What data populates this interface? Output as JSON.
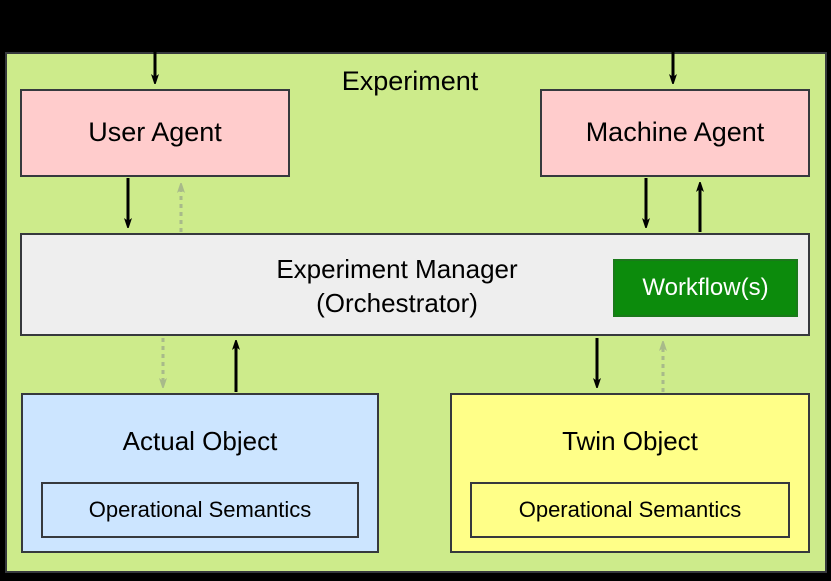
{
  "diagram": {
    "title": "Experiment",
    "background_color": "#000000",
    "container_color": "#cdeb8b",
    "border_color": "#36393d"
  },
  "nodes": {
    "user_agent": {
      "label": "User Agent",
      "color": "#ffcccc"
    },
    "machine_agent": {
      "label": "Machine Agent",
      "color": "#ffcccc"
    },
    "experiment_manager": {
      "label": "Experiment Manager\n(Orchestrator)",
      "line1": "Experiment Manager",
      "line2": "(Orchestrator)",
      "color": "#eeeeee"
    },
    "workflows": {
      "label": "Workflow(s)",
      "color": "#0c8b0c",
      "text_color": "#ffffff"
    },
    "actual_object": {
      "label": "Actual Object",
      "color": "#cce5ff",
      "semantics_label": "Operational Semantics"
    },
    "twin_object": {
      "label": "Twin Object",
      "color": "#ffff88",
      "semantics_label": "Operational Semantics"
    }
  },
  "edges": [
    {
      "name": "external-to-user-agent",
      "style": "solid",
      "color": "#000000",
      "direction": "down"
    },
    {
      "name": "external-to-machine-agent",
      "style": "solid",
      "color": "#000000",
      "direction": "down"
    },
    {
      "name": "user-agent-to-manager",
      "style": "solid",
      "color": "#000000",
      "direction": "down"
    },
    {
      "name": "manager-to-user-agent",
      "style": "dashed",
      "color": "#a8ba8a",
      "direction": "up"
    },
    {
      "name": "machine-agent-to-manager",
      "style": "solid",
      "color": "#000000",
      "direction": "down"
    },
    {
      "name": "manager-to-machine-agent",
      "style": "solid",
      "color": "#000000",
      "direction": "up"
    },
    {
      "name": "manager-to-actual-object",
      "style": "dashed",
      "color": "#a8ba8a",
      "direction": "down"
    },
    {
      "name": "actual-object-to-manager",
      "style": "solid",
      "color": "#000000",
      "direction": "up"
    },
    {
      "name": "manager-to-twin-object",
      "style": "solid",
      "color": "#000000",
      "direction": "down"
    },
    {
      "name": "twin-object-to-manager",
      "style": "dashed",
      "color": "#a8ba8a",
      "direction": "up"
    }
  ]
}
